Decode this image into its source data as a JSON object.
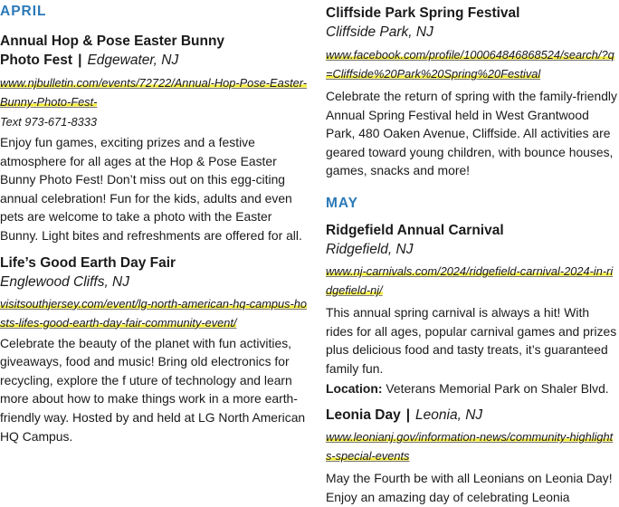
{
  "april": {
    "heading": "APRIL",
    "events": [
      {
        "title_line1": "Annual Hop & Pose Easter Bunny",
        "title_line2": "Photo Fest",
        "separator": "|",
        "location": "Edgewater, NJ",
        "url": "www.njbulletin.com/events/72722/Annual-Hop-Pose-Easter-Bunny-Photo-Fest-",
        "phone": "Text 973-671-8333",
        "description": "Enjoy fun games, exciting prizes and a festive atmosphere for all ages at the Hop & Pose Easter Bunny Photo Fest! Don’t miss out on this egg-citing annual celebration! Fun for the kids, adults and even pets are welcome to take a photo with the Easter Bunny. Light bites and refreshments are offered for all."
      },
      {
        "title": "Life’s Good Earth Day Fair",
        "location": "Englewood Cliffs, NJ",
        "url": "visitsouthjersey.com/event/lg-north-american-hq-campus-hosts-lifes-good-earth-day-fair-community-event/",
        "description": "Celebrate the beauty of the planet with fun activities, giveaways, food and music! Bring old electronics for recycling, explore the f uture of technology and learn more about how to make things work in a more earth-friendly way. Hosted by and held at LG North American HQ Campus."
      }
    ]
  },
  "right_top": {
    "title": "Cliffside Park Spring Festival",
    "location": "Cliffside Park, NJ",
    "url": "www.facebook.com/profile/100064846868524/search/?q=Cliffside%20Park%20Spring%20Festival",
    "description": "Celebrate the return of spring with the family-friendly Annual Spring Festival held in West Grantwood Park, 480 Oaken Avenue, Cliffside. All activities are geared toward young children, with bounce houses, games, snacks and more!"
  },
  "may": {
    "heading": "MAY",
    "events": [
      {
        "title": "Ridgefield Annual Carnival",
        "location": "Ridgefield, NJ",
        "url": "www.nj-carnivals.com/2024/ridgefield-carnival-2024-in-ridgefield-nj/",
        "description": "This annual spring carnival is always a hit! With rides for all ages, popular carnival games and prizes plus delicious food and tasty treats, it’s guaranteed family fun.",
        "location_label": "Location:",
        "location_value": "Veterans Memorial Park on Shaler Blvd."
      },
      {
        "title": "Leonia Day",
        "separator": "|",
        "location": "Leonia, NJ",
        "url": "www.leonianj.gov/information-news/community-highlights-special-events",
        "description": "May the Fourth be with all Leonians on Leonia Day! Enjoy an amazing day of celebrating Leonia"
      }
    ]
  },
  "colors": {
    "month_heading": "#2a79b8",
    "url_highlight": "#f6ec3a",
    "text": "#1a1a1a"
  }
}
